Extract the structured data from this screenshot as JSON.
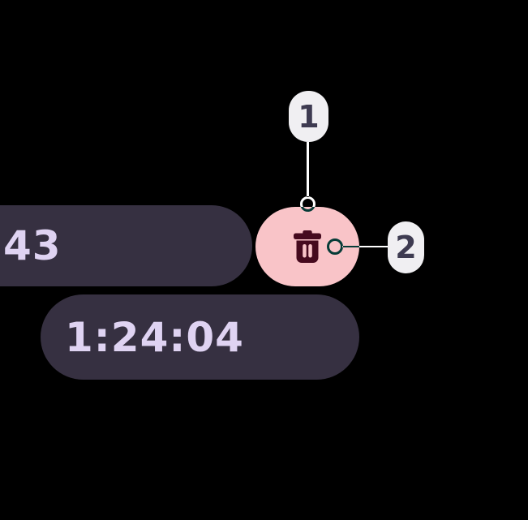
{
  "theme": {
    "background": "#000000",
    "pill_bg": "#363041",
    "time_text": "#DFD3F2",
    "delete_bg": "#F9C4C8",
    "delete_icon": "#460A1E",
    "callout_bg": "#F0EFF2",
    "callout_text": "#3E3B51",
    "connector": "#FFFFFF"
  },
  "stopwatch": {
    "partial_time": "43",
    "elapsed_time": "1:24:04"
  },
  "delete_button": {
    "icon": "trash-icon"
  },
  "annotations": {
    "items": [
      {
        "label": "1"
      },
      {
        "label": "2"
      }
    ]
  }
}
